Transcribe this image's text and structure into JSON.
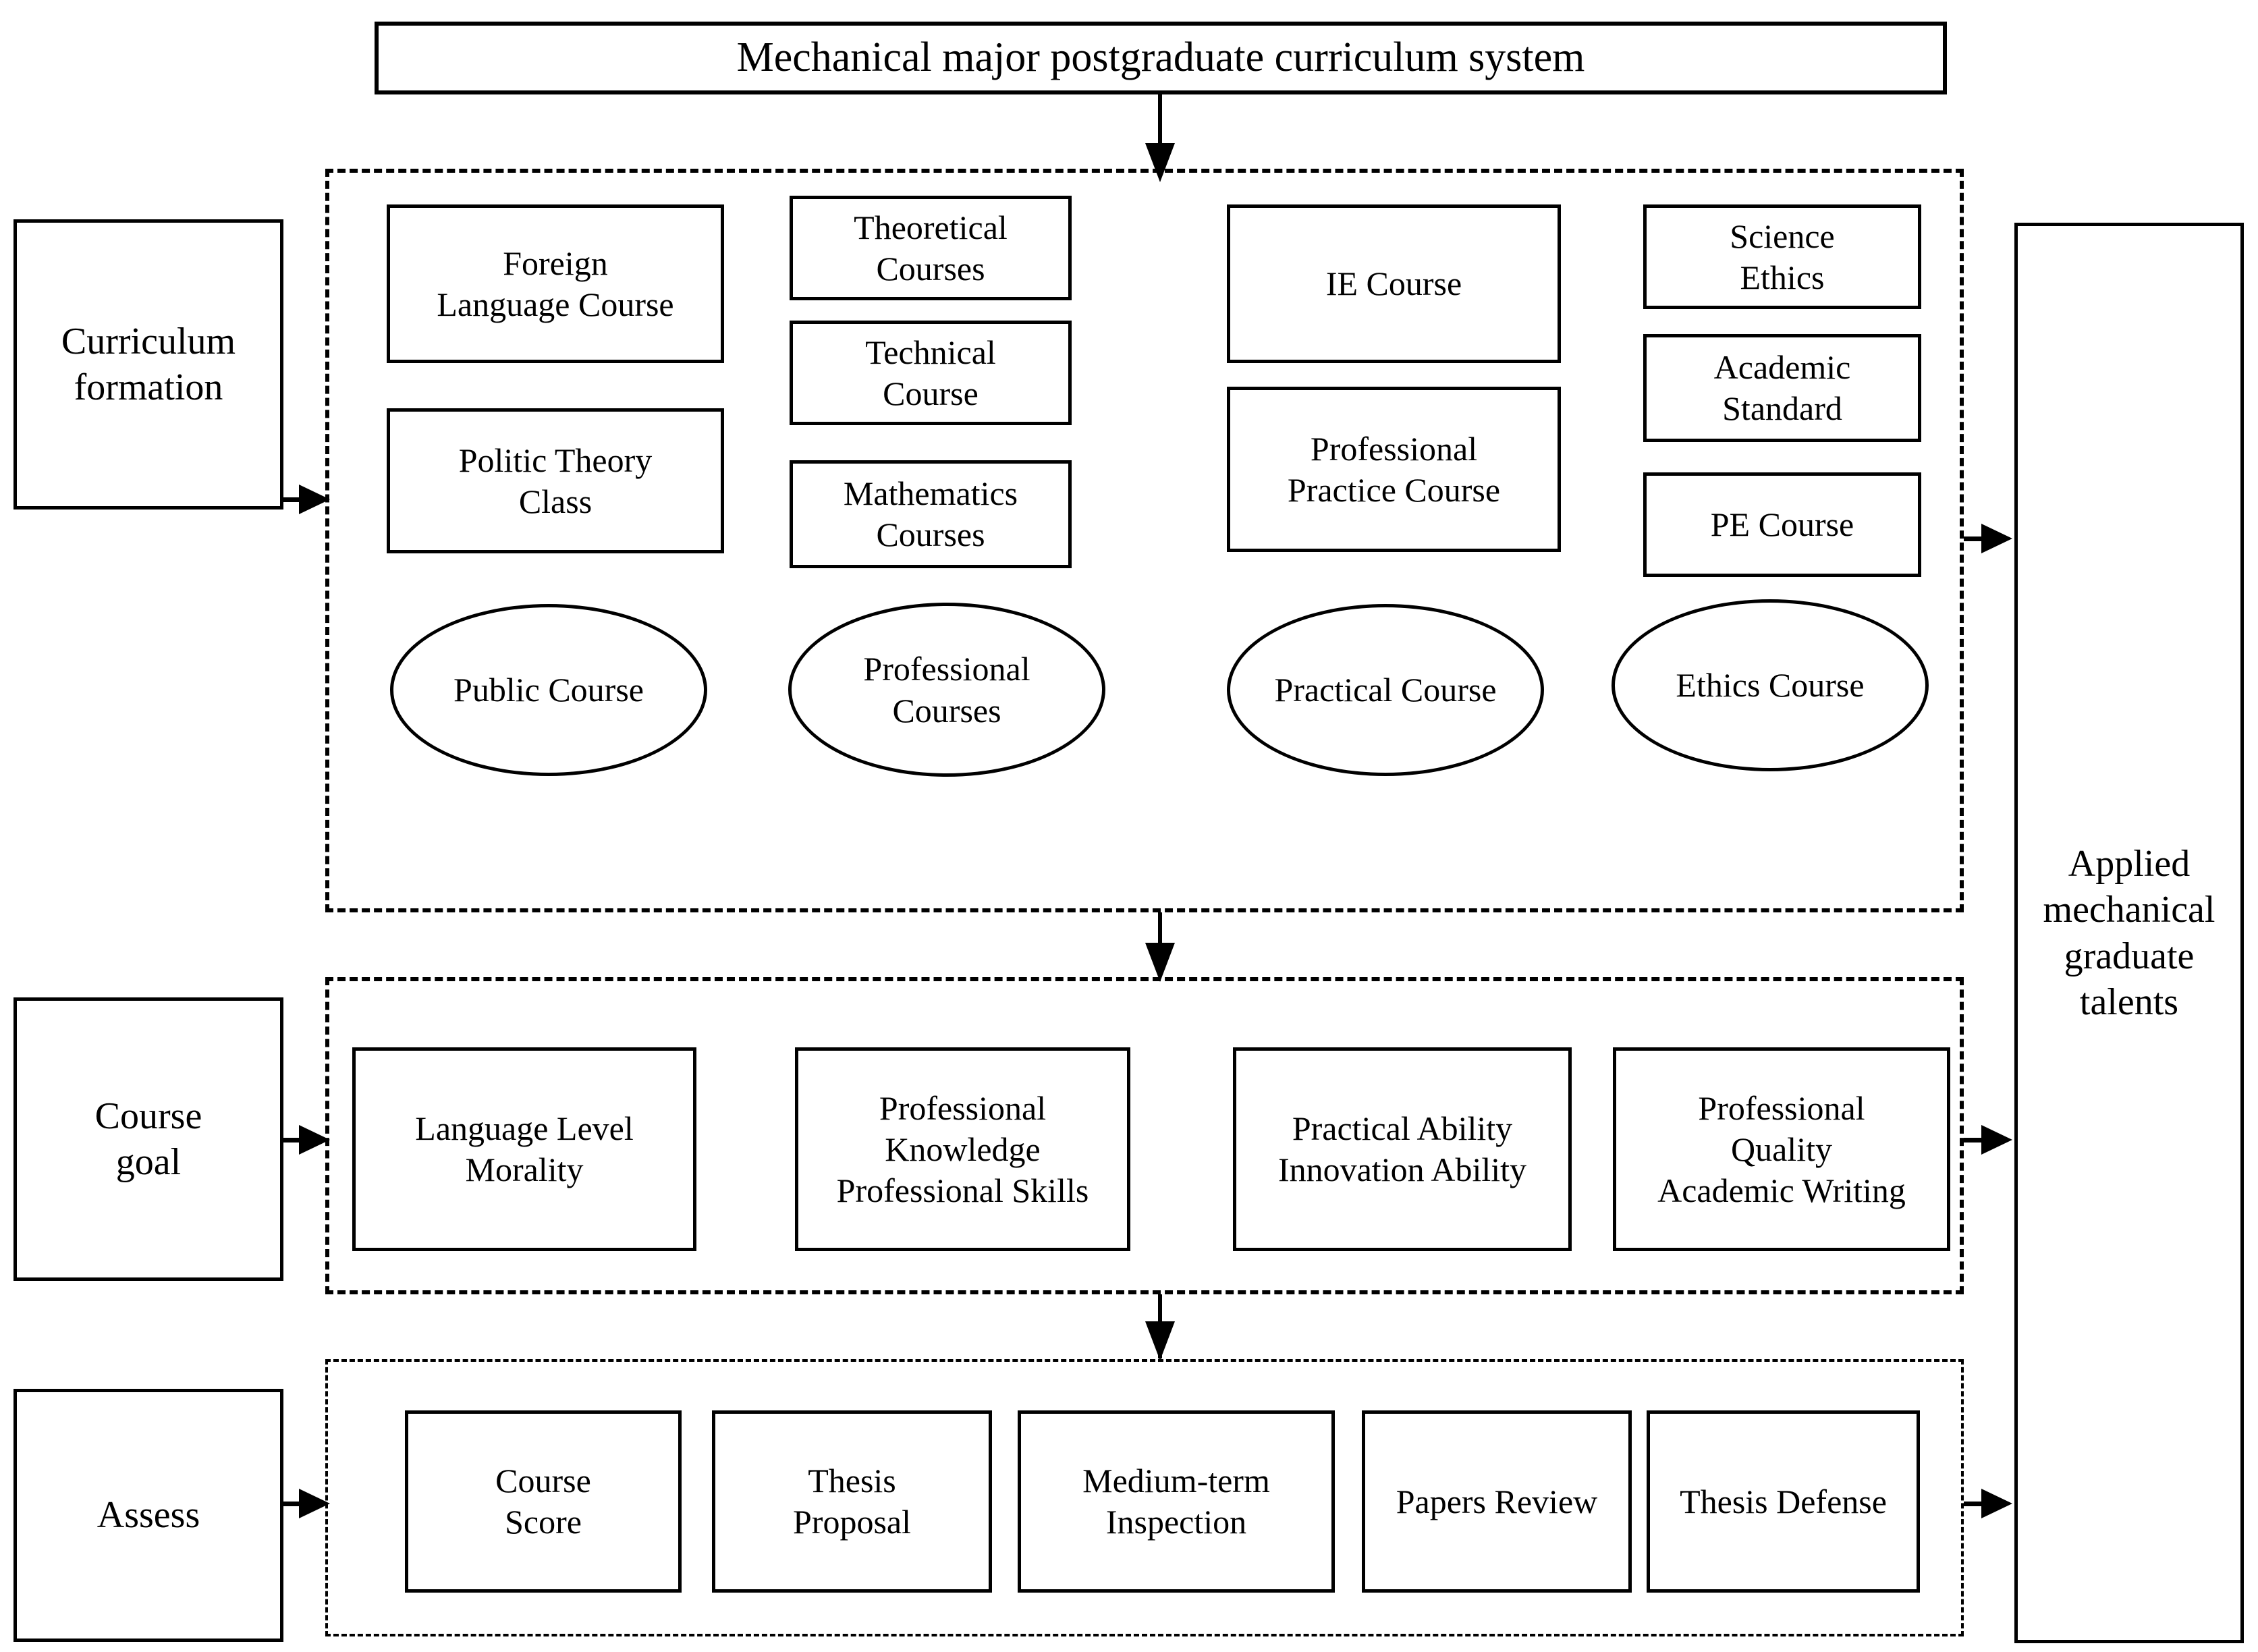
{
  "title": {
    "label": "Mechanical major postgraduate curriculum system"
  },
  "stages": [
    {
      "name": "curriculum-formation",
      "label": "Curriculum\nformation"
    },
    {
      "name": "course-goal",
      "label": "Course\ngoal"
    },
    {
      "name": "assess",
      "label": "Assess"
    }
  ],
  "outcome": {
    "label": "Applied\nmechanical\ngraduate\ntalents"
  },
  "section_curriculum": {
    "boxes": [
      {
        "name": "foreign-language-course",
        "label": "Foreign\nLanguage Course"
      },
      {
        "name": "politic-theory-class",
        "label": "Politic Theory\nClass"
      },
      {
        "name": "theoretical-courses",
        "label": "Theoretical\nCourses"
      },
      {
        "name": "technical-course",
        "label": "Technical\nCourse"
      },
      {
        "name": "mathematics-courses",
        "label": "Mathematics\nCourses"
      },
      {
        "name": "ie-course",
        "label": "IE Course"
      },
      {
        "name": "professional-practice-course",
        "label": "Professional\nPractice Course"
      },
      {
        "name": "science-ethics",
        "label": "Science\nEthics"
      },
      {
        "name": "academic-standard",
        "label": "Academic\nStandard"
      },
      {
        "name": "pe-course",
        "label": "PE Course"
      }
    ],
    "ellipses": [
      {
        "name": "public-course",
        "label": "Public Course"
      },
      {
        "name": "professional-courses",
        "label": "Professional\nCourses"
      },
      {
        "name": "practical-course",
        "label": "Practical Course"
      },
      {
        "name": "ethics-course",
        "label": "Ethics Course"
      }
    ]
  },
  "section_goal": {
    "boxes": [
      {
        "name": "goal-language-level-morality",
        "label": "Language Level\nMorality"
      },
      {
        "name": "goal-professional-knowledge",
        "label": "Professional\nKnowledge\nProfessional Skills"
      },
      {
        "name": "goal-practical-innovation",
        "label": "Practical Ability\nInnovation Ability"
      },
      {
        "name": "goal-professional-quality",
        "label": "Professional\nQuality\nAcademic Writing"
      }
    ]
  },
  "section_assess": {
    "boxes": [
      {
        "name": "course-score",
        "label": "Course\nScore"
      },
      {
        "name": "thesis-proposal",
        "label": "Thesis\nProposal"
      },
      {
        "name": "medium-term-inspection",
        "label": "Medium-term\nInspection"
      },
      {
        "name": "papers-review",
        "label": "Papers Review"
      },
      {
        "name": "thesis-defense",
        "label": "Thesis Defense"
      }
    ]
  },
  "colors": {
    "ink": "#000000",
    "paper": "#ffffff"
  }
}
